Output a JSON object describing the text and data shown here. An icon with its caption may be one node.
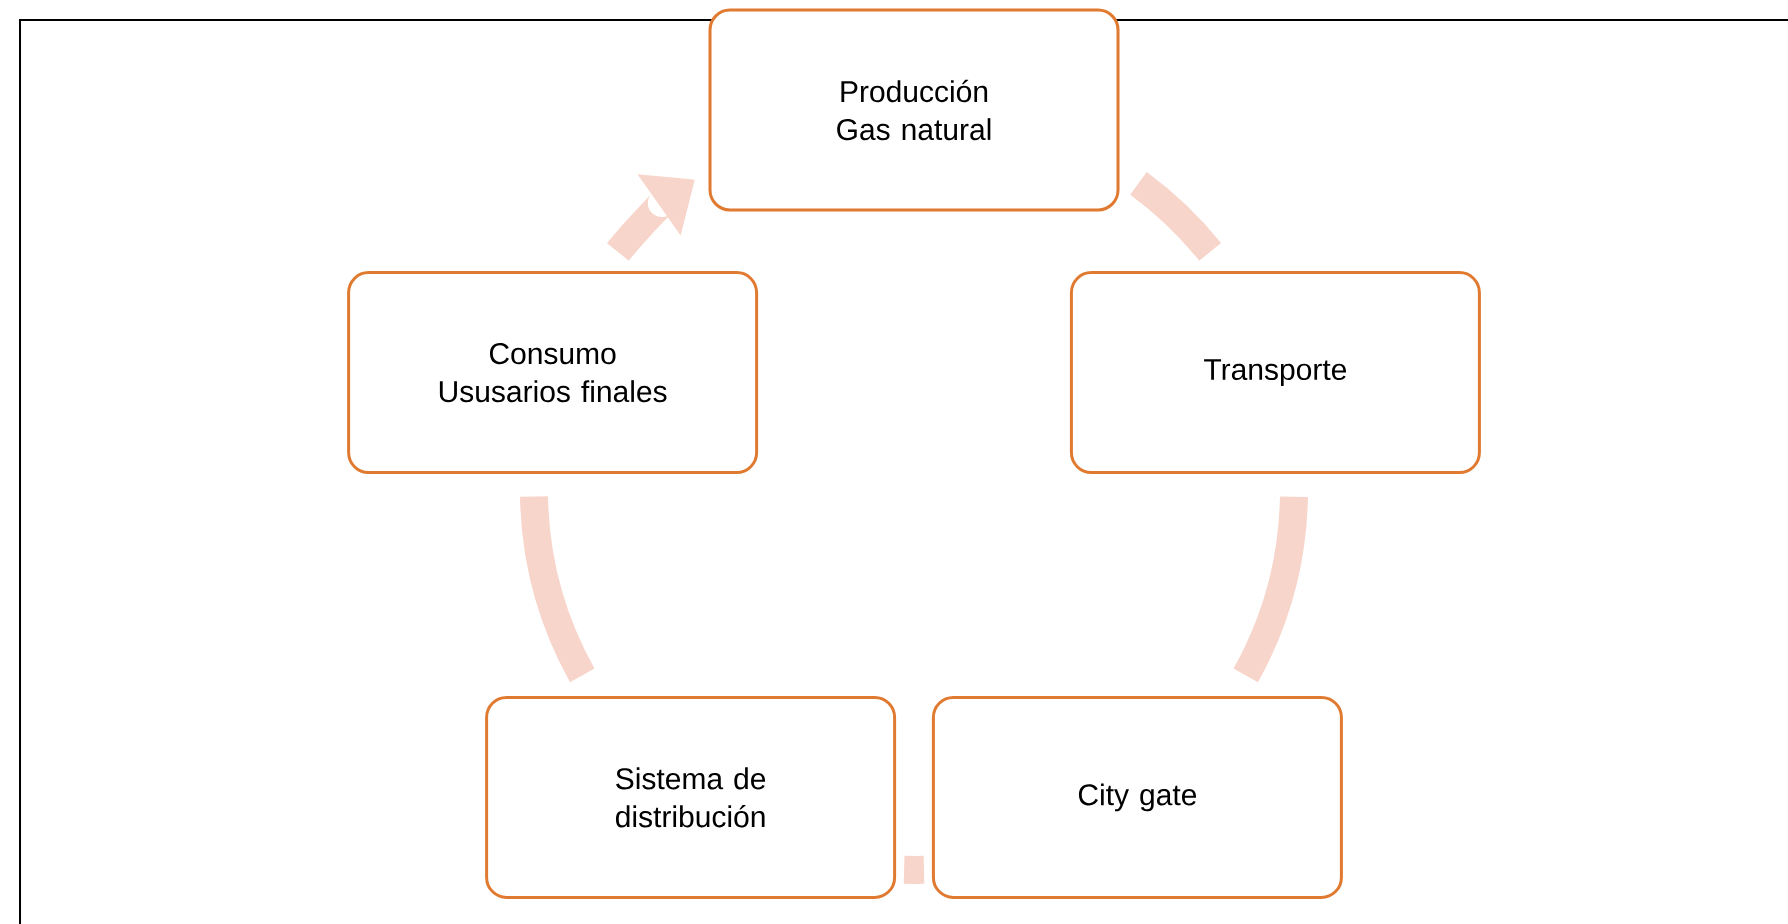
{
  "diagram": {
    "nodes": [
      {
        "text": [
          "Producción Gas natural"
        ]
      },
      {
        "text": [
          "Transporte"
        ]
      },
      {
        "text": [
          "City gate"
        ]
      },
      {
        "text": [
          "Sistema de distribución"
        ]
      },
      {
        "text": [
          "Consumo Ususarios finales"
        ]
      }
    ],
    "edges": [
      {
        "from": 0,
        "to": 1,
        "arrow": "none"
      },
      {
        "from": 1,
        "to": 2,
        "arrow": "none"
      },
      {
        "from": 2,
        "to": 3,
        "arrow": "none"
      },
      {
        "from": 3,
        "to": 4,
        "arrow": "none"
      },
      {
        "from": 4,
        "to": 0,
        "arrow": "to"
      }
    ]
  }
}
